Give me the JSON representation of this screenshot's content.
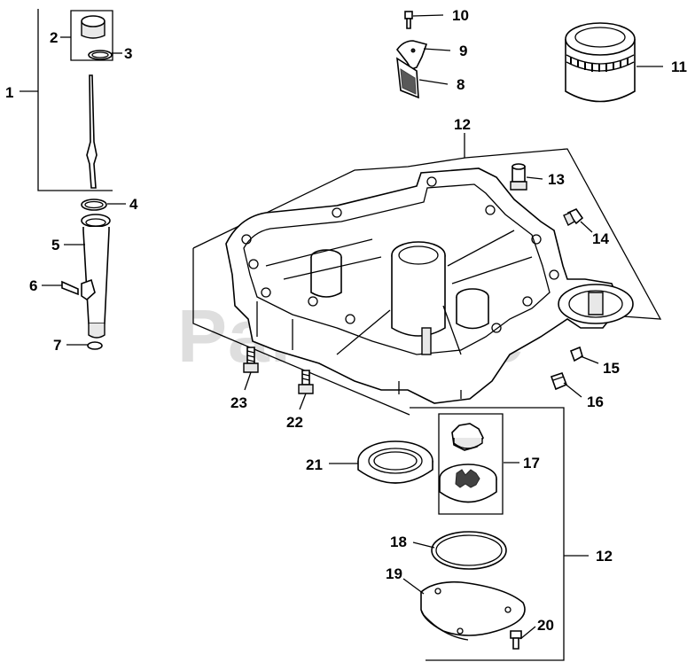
{
  "watermark": "PartsTree",
  "callouts": {
    "p1": "1",
    "p2": "2",
    "p3": "3",
    "p4": "4",
    "p5": "5",
    "p6": "6",
    "p7": "7",
    "p8": "8",
    "p9": "9",
    "p10": "10",
    "p11": "11",
    "p12_top": "12",
    "p12_bottom": "12",
    "p13": "13",
    "p14": "14",
    "p15": "15",
    "p16": "16",
    "p17": "17",
    "p18": "18",
    "p19": "19",
    "p20": "20",
    "p21": "21",
    "p22": "22",
    "p23": "23"
  }
}
